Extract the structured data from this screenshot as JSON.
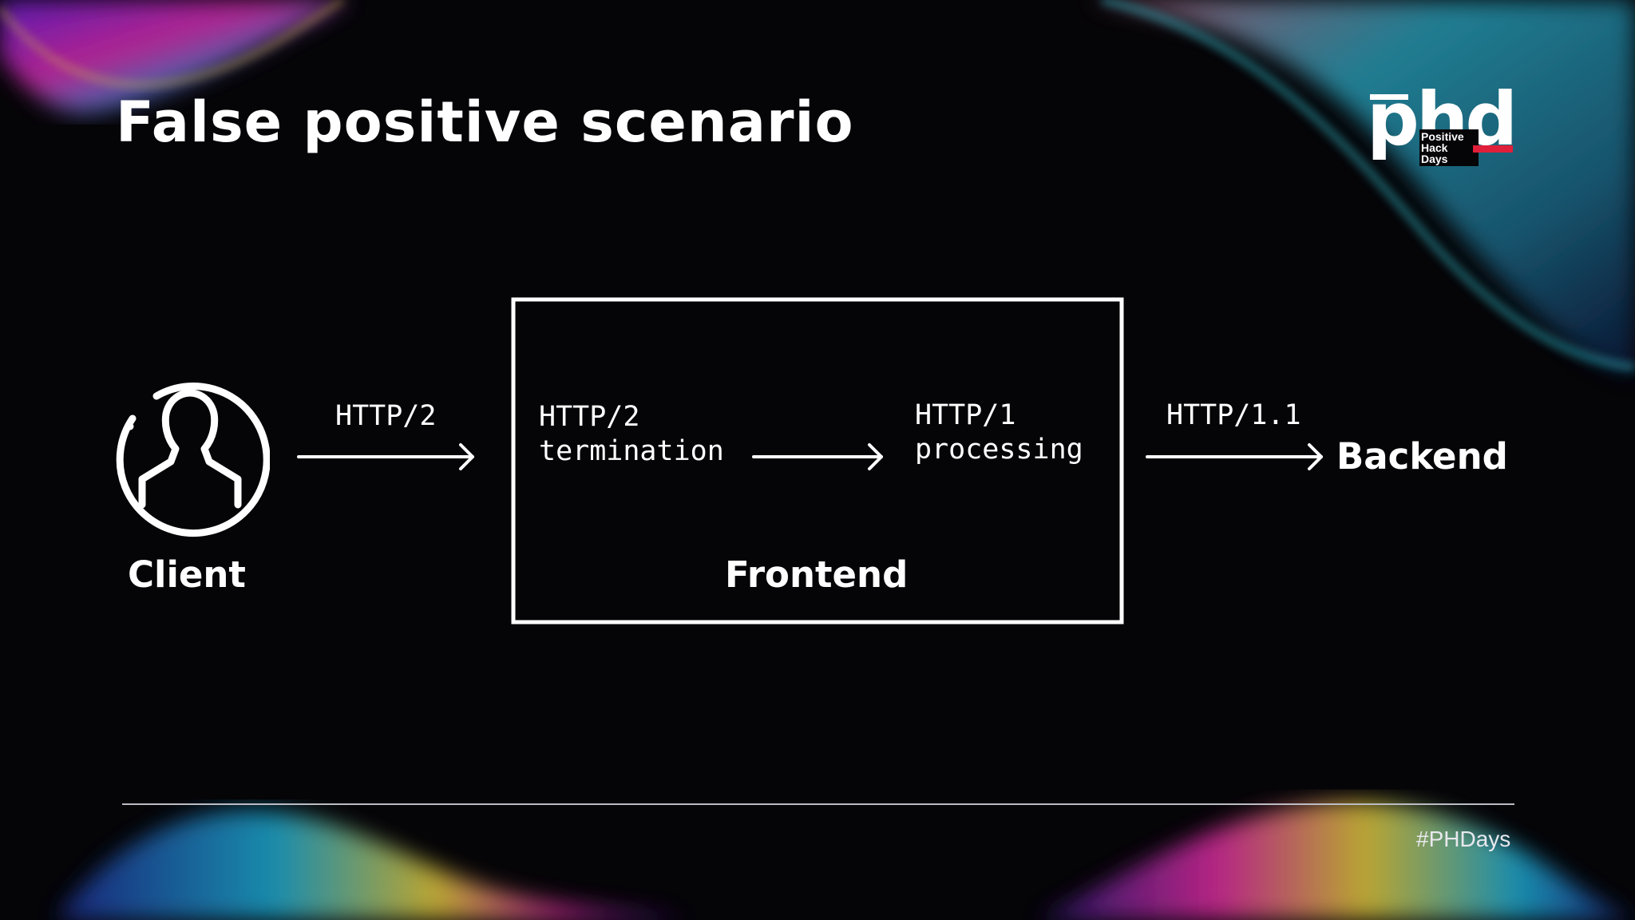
{
  "slide": {
    "title": "False positive scenario",
    "hashtag": "#PHDays"
  },
  "logo": {
    "letters": "phd",
    "tagline": [
      "Positive",
      "Hack",
      "Days"
    ],
    "accent_color": "#e0203a"
  },
  "diagram": {
    "client_label": "Client",
    "client_icon": "user-icon",
    "arrow_client_frontend_label": "HTTP/2",
    "frontend_label": "Frontend",
    "stage1": [
      "HTTP/2",
      "termination"
    ],
    "stage2": [
      "HTTP/1",
      "processing"
    ],
    "arrow_frontend_backend_label": "HTTP/1.1",
    "backend_label": "Backend"
  },
  "colors": {
    "background": "#050407",
    "foreground": "#ffffff"
  }
}
